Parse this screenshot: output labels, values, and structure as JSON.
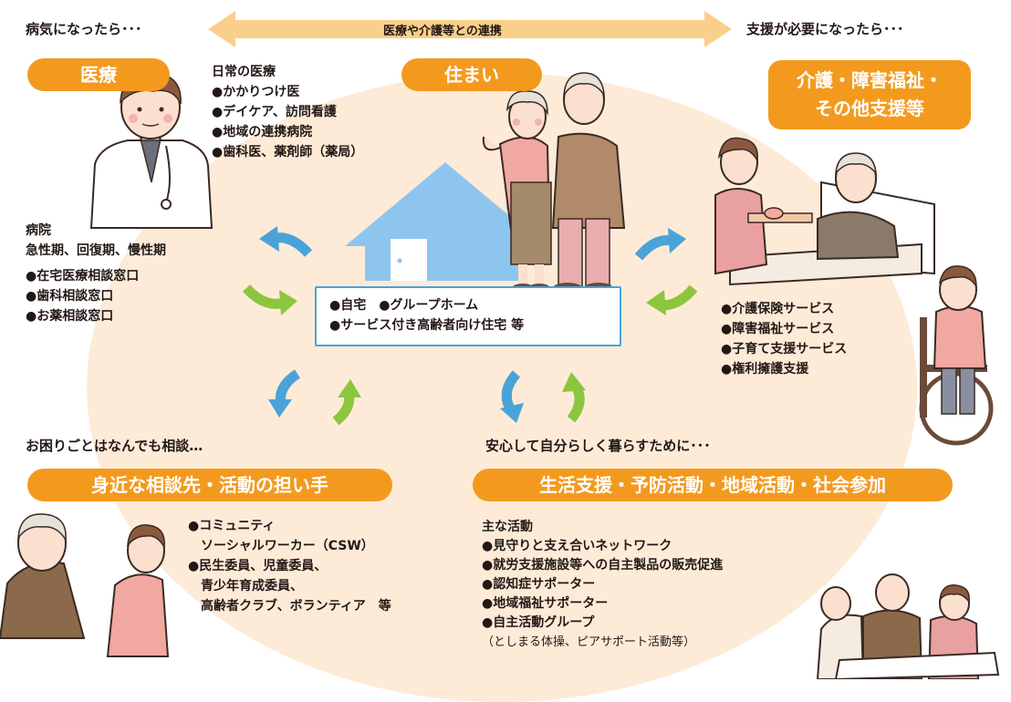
{
  "header": {
    "left_lead": "病気になったら･･･",
    "right_lead": "支援が必要になったら･･･",
    "arrow_label": "医療や介護等との連携"
  },
  "medical": {
    "badge": "医療",
    "daily_title": "日常の医療",
    "daily_items": [
      "●かかりつけ医",
      "●デイケア、訪問看護",
      "●地域の連携病院",
      "●歯科医、薬剤師（薬局）"
    ],
    "hospital_title": "病院",
    "hospital_sub": "急性期、回復期、慢性期",
    "hospital_items": [
      "●在宅医療相談窓口",
      "●歯科相談窓口",
      "●お薬相談窓口"
    ]
  },
  "housing": {
    "badge": "住まい",
    "bubble_line1": "●自宅　●グループホーム",
    "bubble_line2": "●サービス付き高齢者向け住宅 等"
  },
  "care": {
    "badge_line1": "介護・障害福祉・",
    "badge_line2": "その他支援等",
    "items": [
      "●介護保険サービス",
      "●障害福祉サービス",
      "●子育て支援サービス",
      "●権利擁護支援"
    ]
  },
  "consult": {
    "lead": "お困りごとはなんでも相談…",
    "badge": "身近な相談先・活動の担い手",
    "items": [
      "●コミュニティ",
      "　ソーシャルワーカー（CSW）",
      "●民生委員、児童委員、",
      "　青少年育成委員、",
      "　高齢者クラブ、ボランティア　等"
    ]
  },
  "life": {
    "lead": "安心して自分らしく暮らすために･･･",
    "badge": "生活支援・予防活動・地域活動・社会参加",
    "title": "主な活動",
    "items": [
      "●見守りと支え合いネットワーク",
      "●就労支援施設等への自主製品の販売促進",
      "●認知症サポーター",
      "●地域福祉サポーター",
      "●自主活動グループ",
      "（としまる体操、ピアサポート活動等）"
    ]
  },
  "colors": {
    "orange": "#f39a1e",
    "blue": "#4aa3d8",
    "green": "#8cc63f",
    "house": "#8ec5ee",
    "peach": "#fdebd8"
  }
}
